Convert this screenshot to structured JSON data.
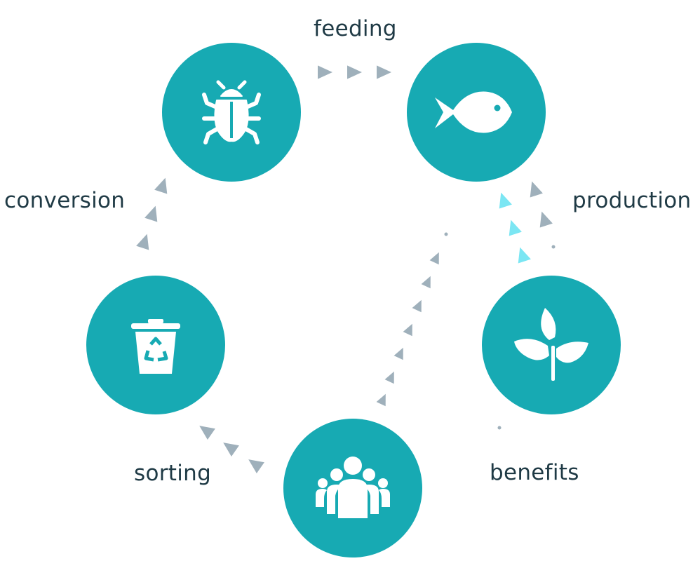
{
  "colors": {
    "node_fill": "#17aab3",
    "icon_fill": "#ffffff",
    "arrow_gray": "#9fb0bb",
    "arrow_cyan": "#7be6f3",
    "label_text": "#1f3a45"
  },
  "nodes": [
    {
      "id": "insects",
      "icon": "bug-icon"
    },
    {
      "id": "fish",
      "icon": "fish-icon"
    },
    {
      "id": "plants",
      "icon": "plant-icon"
    },
    {
      "id": "community",
      "icon": "people-icon"
    },
    {
      "id": "waste",
      "icon": "recycle-bin-icon"
    }
  ],
  "labels": {
    "feeding": "feeding",
    "production": "production",
    "benefits": "benefits",
    "sorting": "sorting",
    "conversion": "conversion"
  },
  "edges": [
    {
      "from": "insects",
      "to": "fish",
      "label": "feeding"
    },
    {
      "from": "plants",
      "to": "fish",
      "label": "production"
    },
    {
      "from": "community",
      "to": "fish",
      "label": "benefits"
    },
    {
      "from": "community",
      "to": "waste",
      "label": "sorting"
    },
    {
      "from": "waste",
      "to": "insects",
      "label": "conversion"
    }
  ]
}
